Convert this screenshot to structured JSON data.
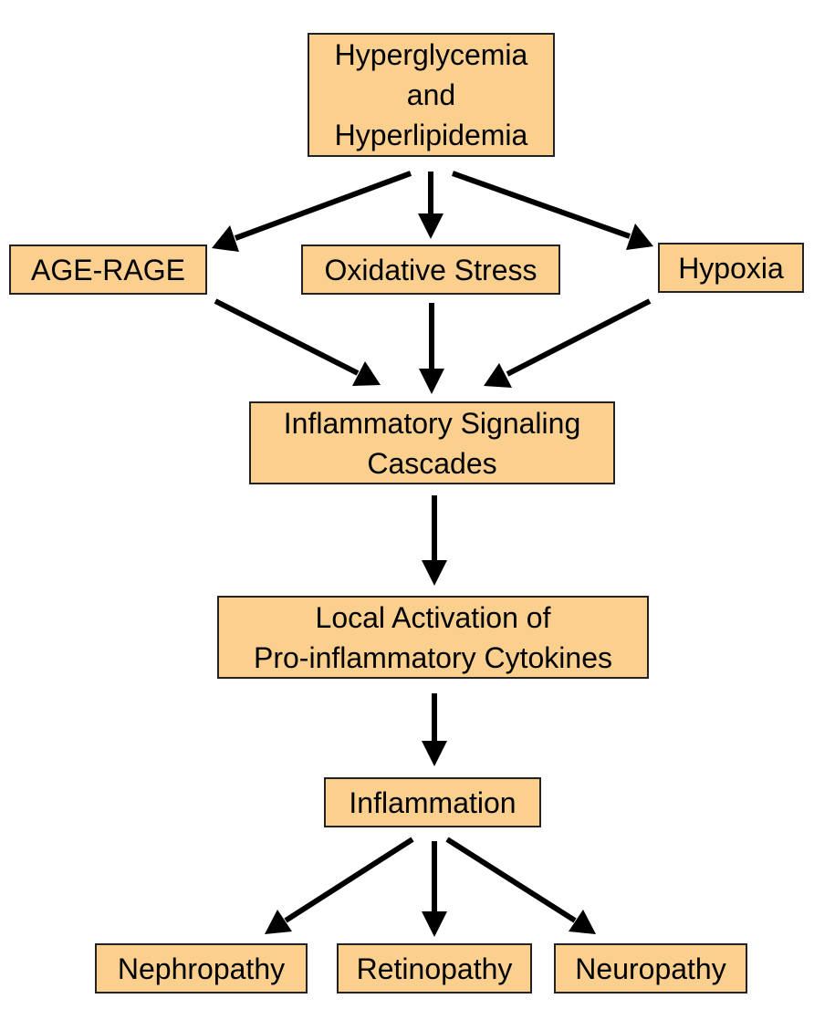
{
  "diagram": {
    "nodes": {
      "hyperglycemia": "Hyperglycemia\nand\nHyperlipidemia",
      "age_rage": "AGE-RAGE",
      "oxidative_stress": "Oxidative Stress",
      "hypoxia": "Hypoxia",
      "inflammatory_signaling": "Inflammatory Signaling\nCascades",
      "cytokines": "Local Activation of\nPro-inflammatory Cytokines",
      "inflammation": "Inflammation",
      "nephropathy": "Nephropathy",
      "retinopathy": "Retinopathy",
      "neuropathy": "Neuropathy"
    },
    "colors": {
      "box_fill": "#fbcf8e",
      "box_border": "#222222",
      "arrow": "#000000"
    }
  }
}
